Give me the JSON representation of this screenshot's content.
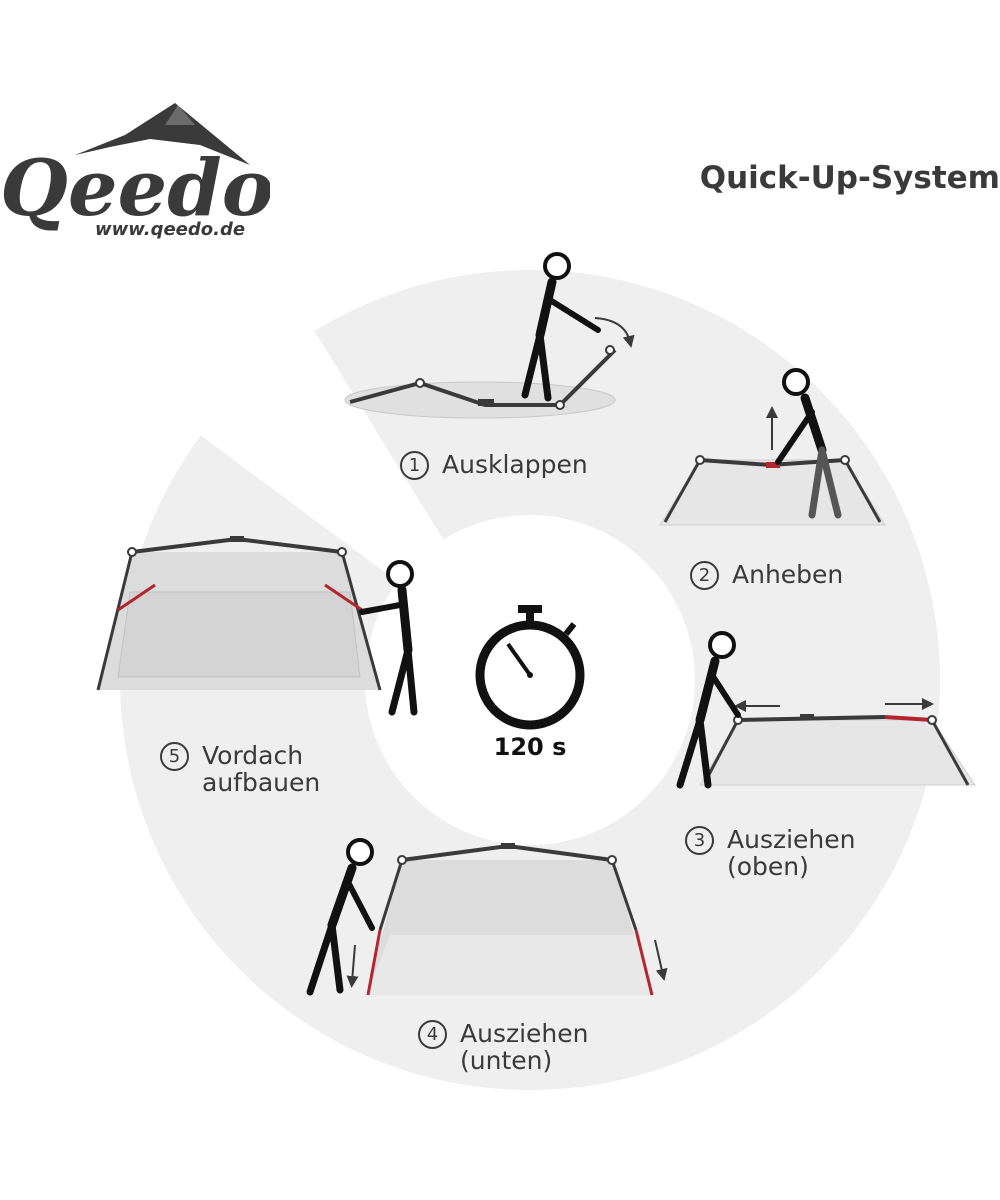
{
  "brand": {
    "url": "www.qeedo.de",
    "logo_lettering": "Qeedo"
  },
  "title": "Quick-Up-System",
  "timer": {
    "label": "120 s"
  },
  "steps": [
    {
      "number": "1",
      "line1": "Ausklappen",
      "line2": ""
    },
    {
      "number": "2",
      "line1": "Anheben",
      "line2": ""
    },
    {
      "number": "3",
      "line1": "Ausziehen",
      "line2": "(oben)"
    },
    {
      "number": "4",
      "line1": "Ausziehen",
      "line2": "(unten)"
    },
    {
      "number": "5",
      "line1": "Vordach",
      "line2": "aufbauen"
    }
  ],
  "colors": {
    "ring": "#efefef",
    "frame": "#3a3a3a",
    "accent": "#b3262d",
    "tent": "#e6e6e6"
  }
}
